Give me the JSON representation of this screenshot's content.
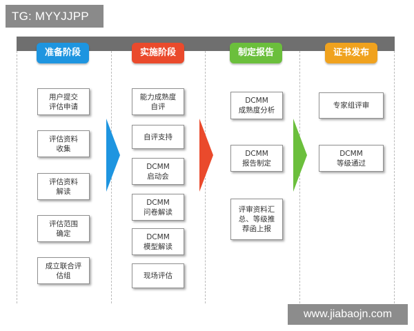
{
  "watermarks": {
    "top": "TG: MYYJJPP",
    "bottom": "www.jiabaojn.com"
  },
  "phases": [
    {
      "title": "准备阶段",
      "color": "#1e95e0",
      "steps": [
        "用户提交\n评估申请",
        "评估资料\n收集",
        "评估资料\n解读",
        "评估范围\n确定",
        "成立联合评\n估组"
      ]
    },
    {
      "title": "实施阶段",
      "color": "#ea4a2c",
      "steps": [
        "能力成熟度\n自评",
        "自评支持",
        "DCMM\n启动会",
        "DCMM\n问卷解读",
        "DCMM\n模型解读",
        "现场评估"
      ]
    },
    {
      "title": "制定报告",
      "color": "#6bbf3c",
      "steps": [
        "DCMM\n成熟度分析",
        "DCMM\n报告制定",
        "评审资料汇\n总、等级推\n荐函上报"
      ]
    },
    {
      "title": "证书发布",
      "color": "#f0a21e",
      "steps": [
        "专家组评审",
        "DCMM\n等级通过"
      ]
    }
  ],
  "arrow_colors": [
    "#1e95e0",
    "#ea4a2c",
    "#6bbf3c"
  ]
}
